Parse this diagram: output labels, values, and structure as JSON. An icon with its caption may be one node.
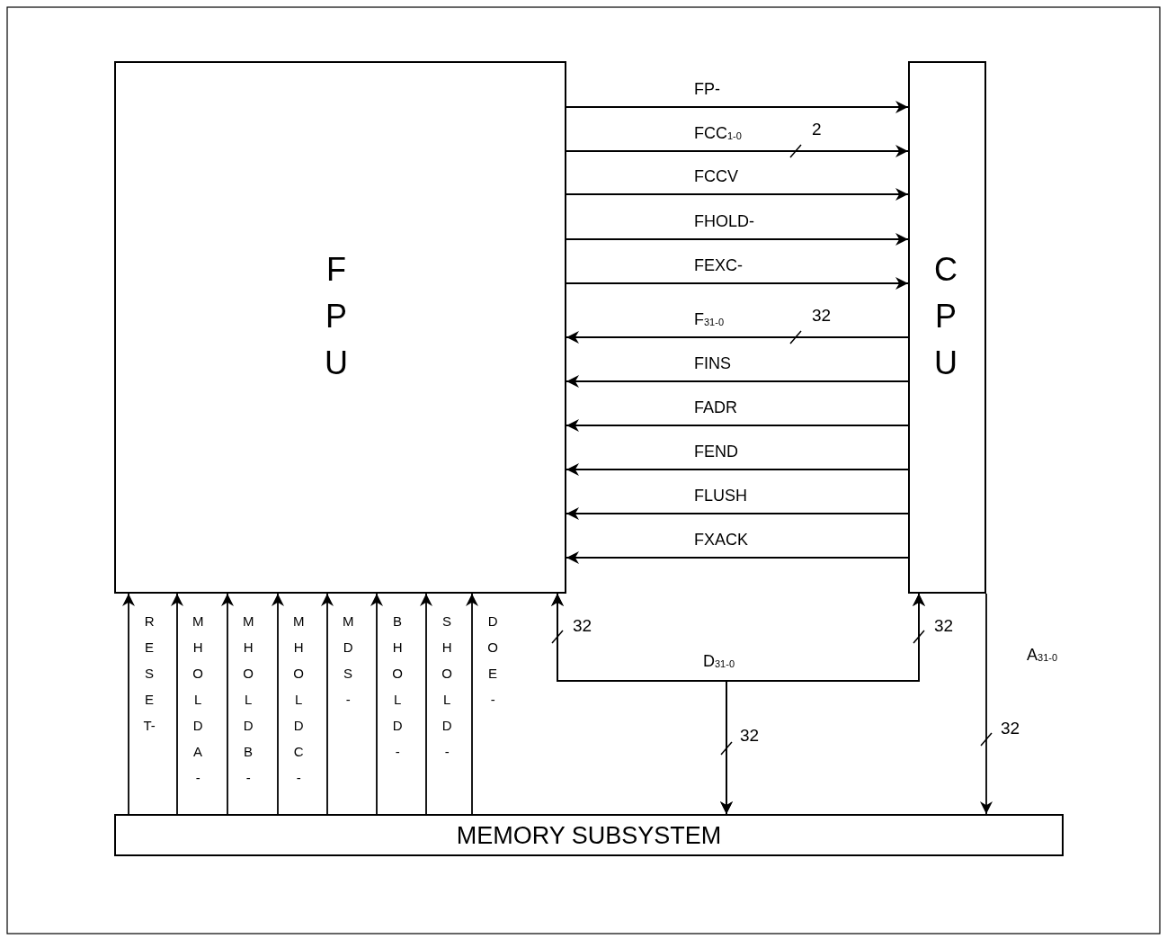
{
  "diagram": {
    "nodes": [
      {
        "text": [
          "FPU"
        ]
      },
      {
        "text": [
          "CPU"
        ]
      },
      {
        "text": [
          "MEMORY SUBSYSTEM"
        ]
      }
    ],
    "edges": [
      {
        "from": 0,
        "to": 1,
        "arrow": "to",
        "label": "FP-"
      },
      {
        "from": 0,
        "to": 1,
        "arrow": "to",
        "label": "FCC$_{1-0}$"
      },
      {
        "from": 0,
        "to": 1,
        "arrow": "to",
        "label": "FCCV"
      },
      {
        "from": 0,
        "to": 1,
        "arrow": "to",
        "label": "FHOLD-"
      },
      {
        "from": 0,
        "to": 1,
        "arrow": "to",
        "label": "FEXC-"
      },
      {
        "from": 1,
        "to": 0,
        "arrow": "to",
        "label": "F$_{31-0}$"
      },
      {
        "from": 1,
        "to": 0,
        "arrow": "to",
        "label": "FINS"
      },
      {
        "from": 1,
        "to": 0,
        "arrow": "to",
        "label": "FADR"
      },
      {
        "from": 1,
        "to": 0,
        "arrow": "to",
        "label": "FEND"
      },
      {
        "from": 1,
        "to": 0,
        "arrow": "to",
        "label": "FLUSH"
      },
      {
        "from": 1,
        "to": 0,
        "arrow": "to",
        "label": "FXACK"
      },
      {
        "from": 2,
        "to": 0,
        "arrow": "to",
        "label": "RESET-"
      },
      {
        "from": 2,
        "to": 0,
        "arrow": "to",
        "label": "MHOLDA-"
      },
      {
        "from": 2,
        "to": 0,
        "arrow": "to",
        "label": "MHOLDB-"
      },
      {
        "from": 2,
        "to": 0,
        "arrow": "to",
        "label": "MHOLDC-"
      },
      {
        "from": 2,
        "to": 0,
        "arrow": "to",
        "label": "MDS-"
      },
      {
        "from": 2,
        "to": 0,
        "arrow": "to",
        "label": "BHOLD-"
      },
      {
        "from": 2,
        "to": 0,
        "arrow": "to",
        "label": "SHOLD-"
      },
      {
        "from": 2,
        "to": 0,
        "arrow": "to",
        "label": "DOE-"
      },
      {
        "from": 0,
        "to": 1,
        "arrow": "both",
        "label": "D$_{31-0}$"
      },
      {
        "from": 0,
        "to": 2,
        "arrow": "both"
      },
      {
        "from": 1,
        "to": 2,
        "arrow": "both"
      },
      {
        "from": 1,
        "to": 2,
        "arrow": "to",
        "label": "A$_{31-0}$"
      }
    ],
    "labels": [
      "2",
      "32",
      "32",
      "32",
      "32",
      "32"
    ]
  }
}
